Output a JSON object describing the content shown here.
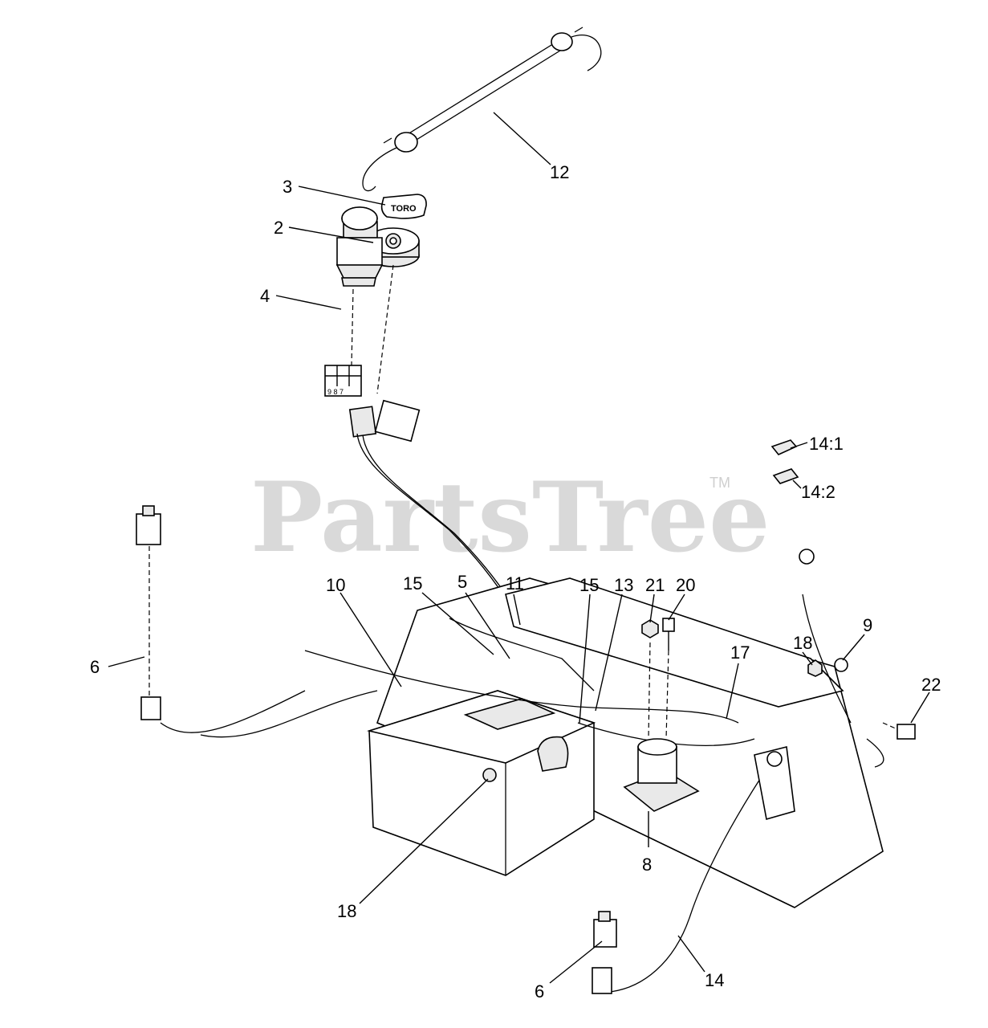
{
  "watermark": {
    "text": "PartsTree",
    "tm": "TM"
  },
  "key_label": "TORO",
  "battery_terminal_labels": "9 8 7",
  "callouts": [
    {
      "id": "c12",
      "label": "12"
    },
    {
      "id": "c3",
      "label": "3"
    },
    {
      "id": "c2",
      "label": "2"
    },
    {
      "id": "c4",
      "label": "4"
    },
    {
      "id": "c14-1",
      "label": "14:1"
    },
    {
      "id": "c14-2",
      "label": "14:2"
    },
    {
      "id": "c10",
      "label": "10"
    },
    {
      "id": "c15a",
      "label": "15"
    },
    {
      "id": "c5",
      "label": "5"
    },
    {
      "id": "c11",
      "label": "11"
    },
    {
      "id": "c15b",
      "label": "15"
    },
    {
      "id": "c13",
      "label": "13"
    },
    {
      "id": "c21",
      "label": "21"
    },
    {
      "id": "c20",
      "label": "20"
    },
    {
      "id": "c9",
      "label": "9"
    },
    {
      "id": "c18a",
      "label": "18"
    },
    {
      "id": "c17",
      "label": "17"
    },
    {
      "id": "c6a",
      "label": "6"
    },
    {
      "id": "c22",
      "label": "22"
    },
    {
      "id": "c8",
      "label": "8"
    },
    {
      "id": "c18b",
      "label": "18"
    },
    {
      "id": "c14",
      "label": "14"
    },
    {
      "id": "c6b",
      "label": "6"
    }
  ]
}
